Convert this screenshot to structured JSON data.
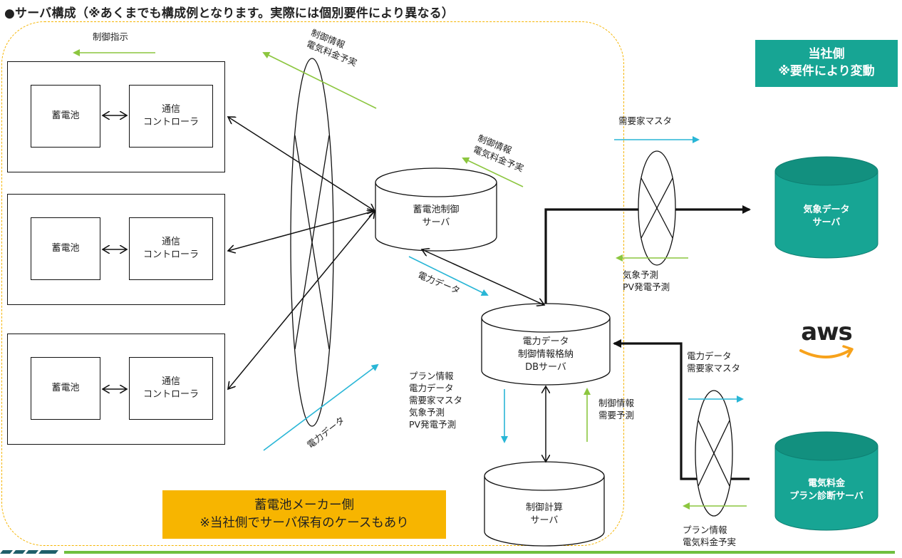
{
  "title": "●サーバ構成（※あくまでも構成例となります。実際には個別要件により異なる）",
  "notes": {
    "company_side": "当社側\n※要件により変動",
    "maker_side": "蓄電池メーカー側\n※当社側でサーバ保有のケースもあり"
  },
  "groups": [
    {
      "battery": "蓄電池",
      "controller": "通信\nコントローラ"
    },
    {
      "battery": "蓄電池",
      "controller": "通信\nコントローラ"
    },
    {
      "battery": "蓄電池",
      "controller": "通信\nコントローラ"
    }
  ],
  "servers": {
    "battery_control": "蓄電池制御\nサーバ",
    "db": "電力データ\n制御情報格納\nDBサーバ",
    "calc": "制御計算\nサーバ",
    "weather": "気象データ\nサーバ",
    "tariff": "電気料金\nプラン診断サーバ"
  },
  "labels": {
    "control_instruction": "制御指示",
    "ctrl_info_rate_top": "制御情報\n電気料金予実",
    "ctrl_info_rate_mid": "制御情報\n電気料金予実",
    "power_data_mid": "電力データ",
    "power_data_bottom": "電力データ",
    "db_outputs": "プラン情報\n電力データ\n需要家マスタ\n気象予測\nPV発電予測",
    "db_inputs": "制御情報\n需要予測",
    "customer_master": "需要家マスタ",
    "weather_forecast": "気象予測\nPV発電予測",
    "power_customer": "電力データ\n需要家マスタ",
    "plan_rate": "プラン情報\n電気料金予実"
  },
  "aws_logo": "aws",
  "colors": {
    "teal": "#17a594",
    "orange": "#f7b500",
    "zone_border": "#f5b400",
    "green_arrow": "#8cc63f",
    "blue_arrow": "#29b6d6"
  }
}
